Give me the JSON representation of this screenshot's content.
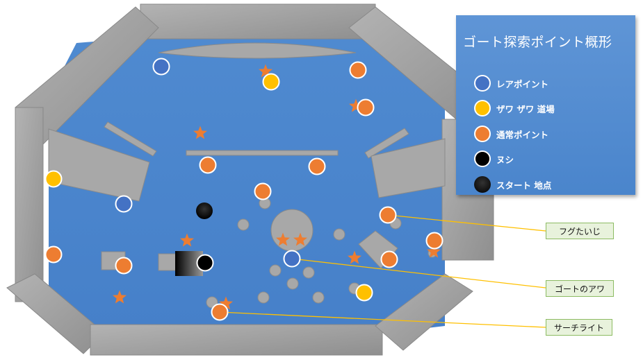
{
  "legend": {
    "title": "ゴート探索ポイント概形",
    "items": [
      {
        "key": "rare",
        "label": "レアポイント",
        "color": "#4472c4"
      },
      {
        "key": "zawa",
        "label": "ザワ ザワ 道場",
        "color": "#ffc000"
      },
      {
        "key": "normal",
        "label": "通常ポイント",
        "color": "#ed7d31"
      },
      {
        "key": "nushi",
        "label": "ヌシ",
        "color": "#000000"
      },
      {
        "key": "start",
        "label": "スタート 地点",
        "color": "#000000"
      }
    ]
  },
  "callouts": [
    {
      "label": "フグたいじ"
    },
    {
      "label": "ゴートのアワ"
    },
    {
      "label": "サーチライト"
    }
  ],
  "colors": {
    "water": "#4a85cc",
    "wall": "#a6a6a6",
    "star": "#ed7d31",
    "leader": "#ffc000"
  }
}
